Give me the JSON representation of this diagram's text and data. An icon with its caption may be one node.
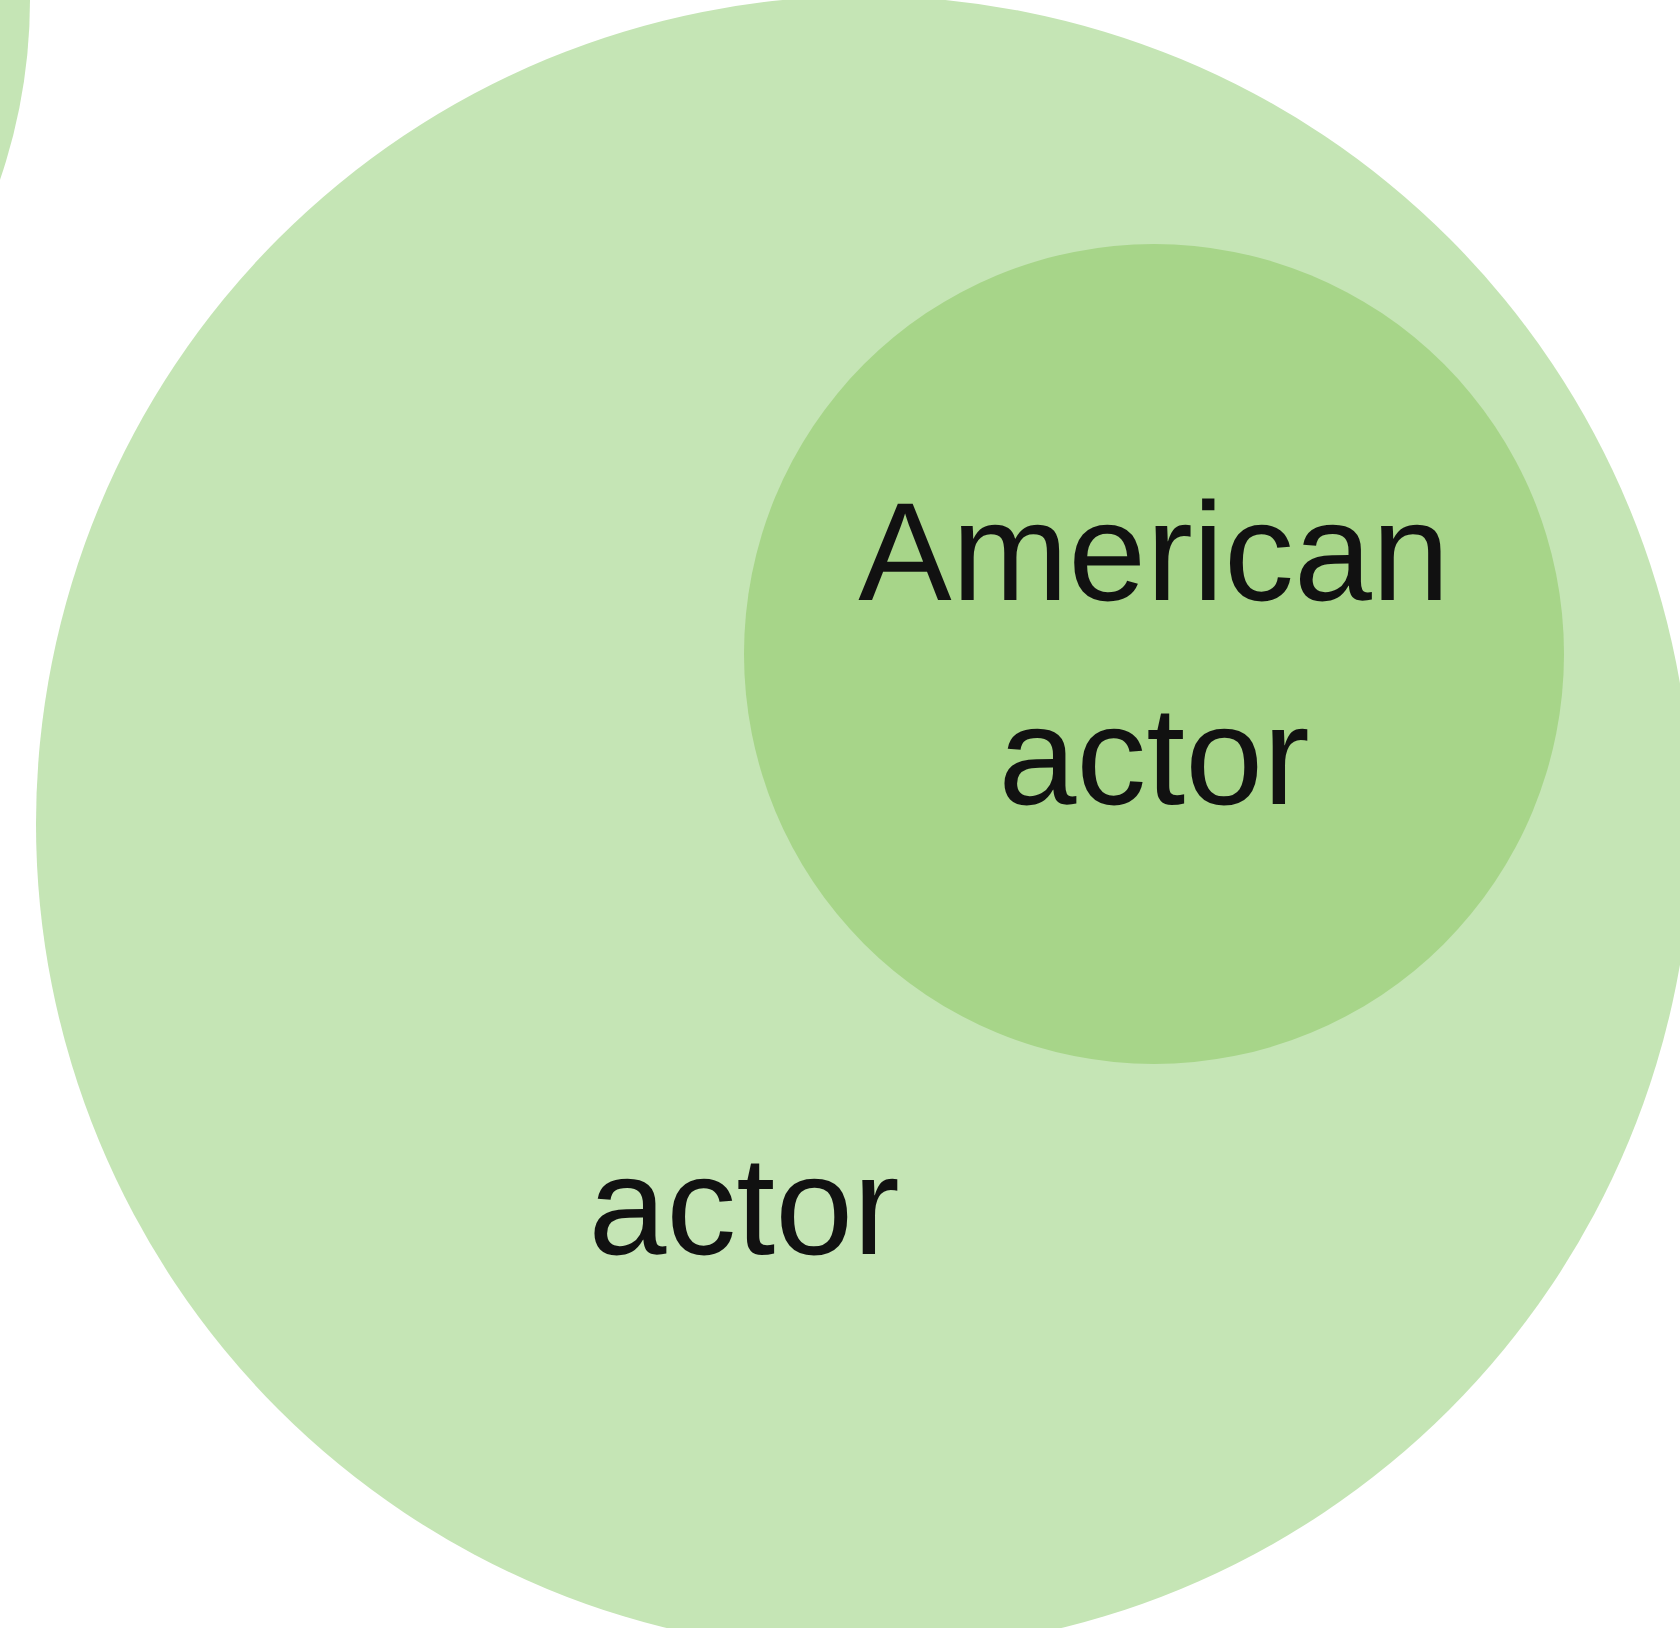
{
  "diagram": {
    "nodes": [
      {
        "text": [],
        "shape": "circle"
      },
      {
        "text": [
          "actor"
        ]
      },
      {
        "text": [
          "American actor"
        ],
        "in": 1
      }
    ]
  }
}
